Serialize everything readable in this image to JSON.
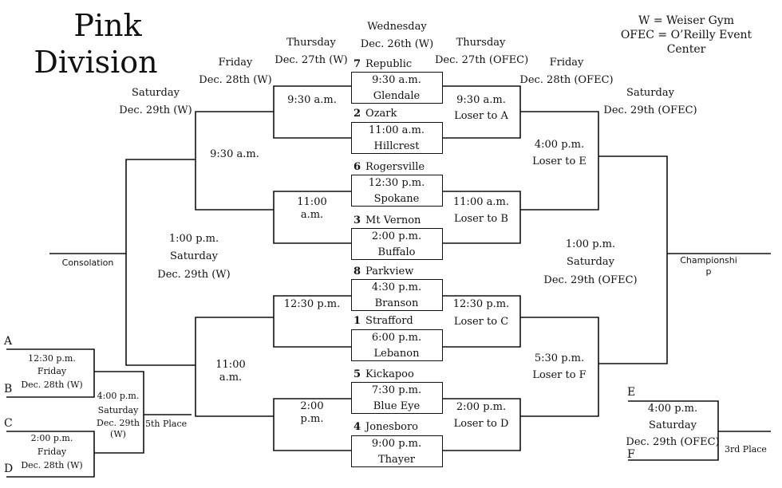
{
  "title": {
    "line1": "Pink",
    "line2": "Division"
  },
  "legend": {
    "line1": "W = Weiser Gym",
    "line2": "OFEC = O’Reilly Event",
    "line3": "Center"
  },
  "headers": {
    "wed": {
      "day": "Wednesday",
      "date": "Dec. 26th (W)"
    },
    "thu_w": {
      "day": "Thursday",
      "date": "Dec. 27th (W)"
    },
    "thu_o": {
      "day": "Thursday",
      "date": "Dec. 27th (OFEC)"
    },
    "fri_w": {
      "day": "Friday",
      "date": "Dec. 28th (W)"
    },
    "fri_o": {
      "day": "Friday",
      "date": "Dec. 28th (OFEC)"
    },
    "sat_w": {
      "day": "Saturday",
      "date": "Dec. 29th (W)"
    },
    "sat_o": {
      "day": "Saturday",
      "date": "Dec. 29th (OFEC)"
    }
  },
  "games": [
    {
      "seed": "7",
      "top": "Republic",
      "time": "9:30 a.m.",
      "bottom": "Glendale"
    },
    {
      "seed": "2",
      "top": "Ozark",
      "time": "11:00 a.m.",
      "bottom": "Hillcrest"
    },
    {
      "seed": "6",
      "top": "Rogersville",
      "time": "12:30 p.m.",
      "bottom": "Spokane"
    },
    {
      "seed": "3",
      "top": "Mt Vernon",
      "time": "2:00 p.m.",
      "bottom": "Buffalo"
    },
    {
      "seed": "8",
      "top": "Parkview",
      "time": "4:30 p.m.",
      "bottom": "Branson"
    },
    {
      "seed": "1",
      "top": "Strafford",
      "time": "6:00 p.m.",
      "bottom": "Lebanon"
    },
    {
      "seed": "5",
      "top": "Kickapoo",
      "time": "7:30 p.m.",
      "bottom": "Blue Eye"
    },
    {
      "seed": "4",
      "top": "Jonesboro",
      "time": "9:00 p.m.",
      "bottom": "Thayer"
    }
  ],
  "left": {
    "thu_top": "9:30 a.m.",
    "thu_2": "11:00\na.m.",
    "thu_3": "12:30 p.m.",
    "thu_4": "2:00\np.m.",
    "fri_top": "9:30 a.m.",
    "fri_bot": "11:00\na.m.",
    "sat_center": {
      "time": "1:00 p.m.",
      "day": "Saturday",
      "date": "Dec. 29th (W)"
    },
    "consolation": "Consolation"
  },
  "right": {
    "thu_top": {
      "time": "9:30 a.m.",
      "loser": "Loser to A"
    },
    "thu_2": {
      "time": "11:00 a.m.",
      "loser": "Loser to B"
    },
    "thu_3": {
      "time": "12:30 p.m.",
      "loser": "Loser to C"
    },
    "thu_4": {
      "time": "2:00 p.m.",
      "loser": "Loser to D"
    },
    "fri_top": {
      "time": "4:00 p.m.",
      "loser": "Loser to E"
    },
    "fri_bot": {
      "time": "5:30 p.m.",
      "loser": "Loser to F"
    },
    "sat_center": {
      "time": "1:00 p.m.",
      "day": "Saturday",
      "date": "Dec. 29th (OFEC)"
    },
    "championship": "Championshi\np"
  },
  "fifth": {
    "A": "A",
    "B": "B",
    "C": "C",
    "D": "D",
    "ab": {
      "time": "12:30 p.m.",
      "day": "Friday",
      "date": "Dec. 28th (W)"
    },
    "cd": {
      "time": "2:00 p.m.",
      "day": "Friday",
      "date": "Dec. 28th  (W)"
    },
    "final": {
      "time": "4:00 p.m.",
      "day": "Saturday",
      "date": "Dec. 29th\n(W)"
    },
    "label": "5th Place"
  },
  "third": {
    "E": "E",
    "F": "F",
    "time": "4:00 p.m.",
    "day": "Saturday",
    "date": "Dec. 29th (OFEC)",
    "label": "3rd Place"
  }
}
